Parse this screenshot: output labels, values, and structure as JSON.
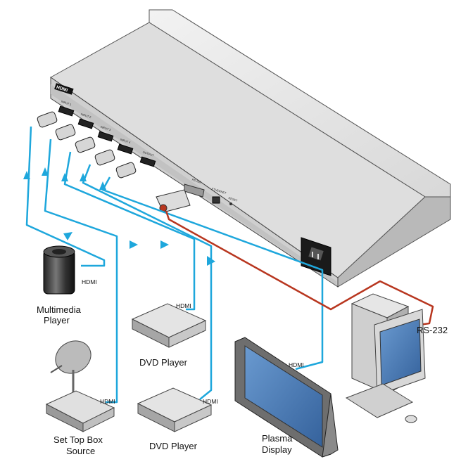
{
  "unit": {
    "logo": "HDMI",
    "ports": [
      "INPUT 1",
      "INPUT 2",
      "INPUT 3",
      "INPUT 4",
      "OUTPUT"
    ],
    "rs232_port": "RS-232",
    "ethernet_port": "ETHERNET",
    "reset": "RESET"
  },
  "devices": {
    "multimedia_player": {
      "label_line1": "Multimedia",
      "label_line2": "Player",
      "cable": "HDMI"
    },
    "set_top_box": {
      "label_line1": "Set Top Box",
      "label_line2": "Source",
      "cable": "HDMI"
    },
    "dvd_player_1": {
      "label": "DVD Player",
      "cable": "HDMI"
    },
    "dvd_player_2": {
      "label": "DVD Player",
      "cable": "HDMI"
    },
    "plasma_display": {
      "label_line1": "Plasma",
      "label_line2": "Display",
      "cable": "HDMI"
    },
    "pc": {
      "cable": "RS-232"
    }
  },
  "colors": {
    "hdmi_cable": "#1ea7dc",
    "rs232_cable": "#b8361f",
    "chassis_top": "#e4e4e4",
    "chassis_side": "#c6c6c6",
    "screen": "#4a78b0"
  }
}
